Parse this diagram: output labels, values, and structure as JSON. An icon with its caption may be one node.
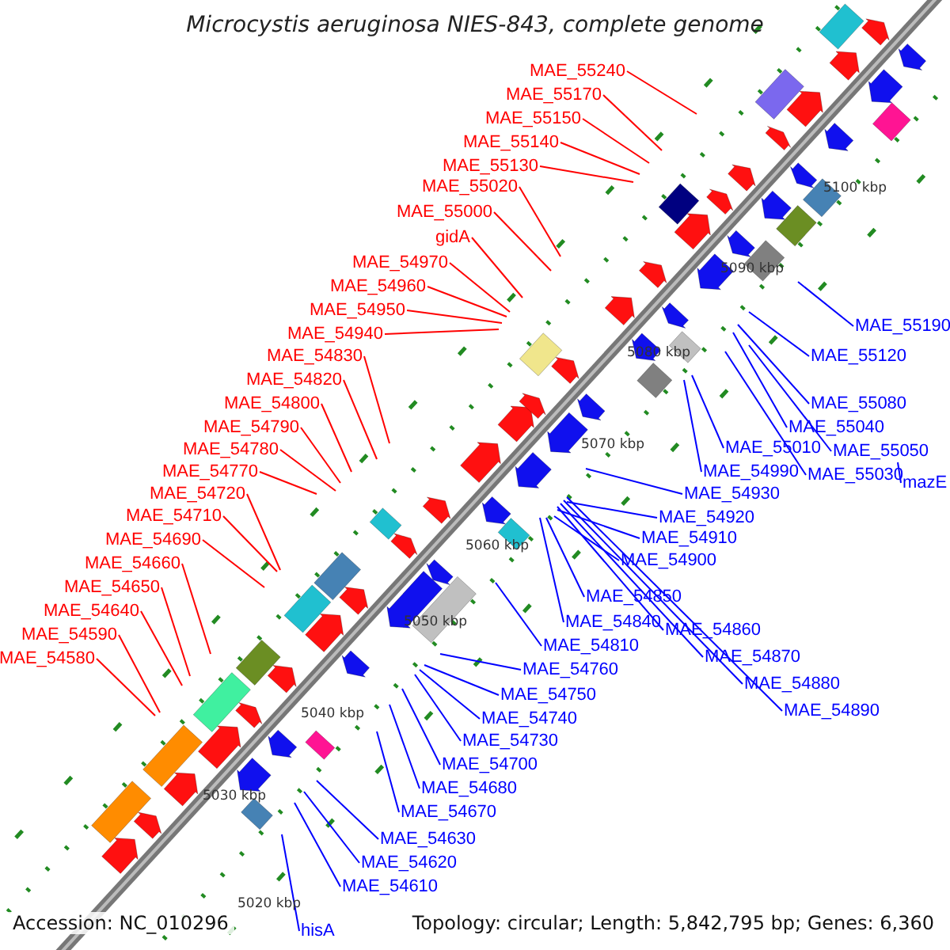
{
  "diagram": {
    "title": "Microcystis aeruginosa NIES-843, complete genome",
    "nodes": [
      {
        "text": [
          "MAE_55240"
        ]
      },
      {
        "text": [
          "MAE_55170"
        ]
      },
      {
        "text": [
          "MAE_55150"
        ]
      },
      {
        "text": [
          "MAE_55140"
        ]
      },
      {
        "text": [
          "MAE_55130"
        ]
      },
      {
        "text": [
          "MAE_55020"
        ]
      },
      {
        "text": [
          "MAE_55000"
        ]
      },
      {
        "text": [
          "gidA"
        ]
      },
      {
        "text": [
          "MAE_54970"
        ]
      },
      {
        "text": [
          "MAE_54960"
        ]
      },
      {
        "text": [
          "MAE_54950"
        ]
      },
      {
        "text": [
          "MAE_54940"
        ]
      },
      {
        "text": [
          "MAE_54830"
        ]
      },
      {
        "text": [
          "MAE_54820"
        ]
      },
      {
        "text": [
          "MAE_54800"
        ]
      },
      {
        "text": [
          "MAE_54790"
        ]
      },
      {
        "text": [
          "MAE_54780"
        ]
      },
      {
        "text": [
          "MAE_54770"
        ]
      },
      {
        "text": [
          "MAE_54720"
        ]
      },
      {
        "text": [
          "MAE_54710"
        ]
      },
      {
        "text": [
          "MAE_54690"
        ]
      },
      {
        "text": [
          "MAE_54660"
        ]
      },
      {
        "text": [
          "MAE_54650"
        ]
      },
      {
        "text": [
          "MAE_54640"
        ]
      },
      {
        "text": [
          "MAE_54590"
        ]
      },
      {
        "text": [
          "MAE_54580"
        ]
      },
      {
        "text": [
          "MAE_55190"
        ]
      },
      {
        "text": [
          "MAE_55120"
        ]
      },
      {
        "text": [
          "MAE_55080"
        ]
      },
      {
        "text": [
          "MAE_55040"
        ]
      },
      {
        "text": [
          "MAE_55050"
        ]
      },
      {
        "text": [
          "MAE_55030"
        ]
      },
      {
        "text": [
          "mazE"
        ]
      },
      {
        "text": [
          "MAE_55010"
        ]
      },
      {
        "text": [
          "MAE_54990"
        ]
      },
      {
        "text": [
          "MAE_54930"
        ]
      },
      {
        "text": [
          "MAE_54920"
        ]
      },
      {
        "text": [
          "MAE_54910"
        ]
      },
      {
        "text": [
          "MAE_54900"
        ]
      },
      {
        "text": [
          "MAE_54850"
        ]
      },
      {
        "text": [
          "MAE_54840"
        ]
      },
      {
        "text": [
          "MAE_54860"
        ]
      },
      {
        "text": [
          "MAE_54810"
        ]
      },
      {
        "text": [
          "MAE_54870"
        ]
      },
      {
        "text": [
          "MAE_54880"
        ]
      },
      {
        "text": [
          "MAE_54760"
        ]
      },
      {
        "text": [
          "MAE_54890"
        ]
      },
      {
        "text": [
          "MAE_54750"
        ]
      },
      {
        "text": [
          "MAE_54740"
        ]
      },
      {
        "text": [
          "MAE_54730"
        ]
      },
      {
        "text": [
          "MAE_54700"
        ]
      },
      {
        "text": [
          "MAE_54680"
        ]
      },
      {
        "text": [
          "MAE_54670"
        ]
      },
      {
        "text": [
          "MAE_54630"
        ]
      },
      {
        "text": [
          "MAE_54620"
        ]
      },
      {
        "text": [
          "MAE_54610"
        ]
      },
      {
        "text": [
          "hisA"
        ]
      }
    ],
    "edges": [
      {
        "from": 0,
        "to": null,
        "arrow": "none",
        "color": "#ff0000"
      },
      {
        "from": 1,
        "to": null,
        "arrow": "none",
        "color": "#ff0000"
      },
      {
        "from": 2,
        "to": null,
        "arrow": "none",
        "color": "#ff0000"
      },
      {
        "from": 3,
        "to": null,
        "arrow": "none",
        "color": "#ff0000"
      },
      {
        "from": 4,
        "to": null,
        "arrow": "none",
        "color": "#ff0000"
      },
      {
        "from": 5,
        "to": null,
        "arrow": "none",
        "color": "#ff0000"
      },
      {
        "from": 6,
        "to": null,
        "arrow": "none",
        "color": "#ff0000"
      },
      {
        "from": 7,
        "to": null,
        "arrow": "none",
        "color": "#ff0000"
      },
      {
        "from": 8,
        "to": null,
        "arrow": "none",
        "color": "#ff0000"
      },
      {
        "from": 9,
        "to": null,
        "arrow": "none",
        "color": "#ff0000"
      },
      {
        "from": 10,
        "to": null,
        "arrow": "none",
        "color": "#ff0000"
      },
      {
        "from": 11,
        "to": null,
        "arrow": "none",
        "color": "#ff0000"
      },
      {
        "from": 12,
        "to": null,
        "arrow": "none",
        "color": "#ff0000"
      },
      {
        "from": 13,
        "to": null,
        "arrow": "none",
        "color": "#ff0000"
      },
      {
        "from": 14,
        "to": null,
        "arrow": "none",
        "color": "#ff0000"
      },
      {
        "from": 15,
        "to": null,
        "arrow": "none",
        "color": "#ff0000"
      },
      {
        "from": 16,
        "to": null,
        "arrow": "none",
        "color": "#ff0000"
      },
      {
        "from": 17,
        "to": null,
        "arrow": "none",
        "color": "#ff0000"
      },
      {
        "from": 18,
        "to": null,
        "arrow": "none",
        "color": "#ff0000"
      },
      {
        "from": 19,
        "to": null,
        "arrow": "none",
        "color": "#ff0000"
      },
      {
        "from": 20,
        "to": null,
        "arrow": "none",
        "color": "#ff0000"
      },
      {
        "from": 21,
        "to": null,
        "arrow": "none",
        "color": "#ff0000"
      },
      {
        "from": 22,
        "to": null,
        "arrow": "none",
        "color": "#ff0000"
      },
      {
        "from": 23,
        "to": null,
        "arrow": "none",
        "color": "#ff0000"
      },
      {
        "from": 24,
        "to": null,
        "arrow": "none",
        "color": "#ff0000"
      },
      {
        "from": 25,
        "to": null,
        "arrow": "none",
        "color": "#ff0000"
      },
      {
        "from": 26,
        "to": null,
        "arrow": "none"
      },
      {
        "from": 27,
        "to": null,
        "arrow": "none"
      },
      {
        "from": 28,
        "to": null,
        "arrow": "none"
      },
      {
        "from": 29,
        "to": null,
        "arrow": "none"
      },
      {
        "from": 30,
        "to": null,
        "arrow": "none"
      },
      {
        "from": 31,
        "to": null,
        "arrow": "none"
      },
      {
        "from": 32,
        "to": null,
        "arrow": "none"
      },
      {
        "from": 33,
        "to": null,
        "arrow": "none"
      },
      {
        "from": 34,
        "to": null,
        "arrow": "none"
      },
      {
        "from": 35,
        "to": null,
        "arrow": "none"
      },
      {
        "from": 36,
        "to": null,
        "arrow": "none"
      },
      {
        "from": 37,
        "to": null,
        "arrow": "none"
      },
      {
        "from": 38,
        "to": null,
        "arrow": "none"
      },
      {
        "from": 39,
        "to": null,
        "arrow": "none"
      },
      {
        "from": 40,
        "to": null,
        "arrow": "none"
      },
      {
        "from": 41,
        "to": null,
        "arrow": "none"
      },
      {
        "from": 42,
        "to": null,
        "arrow": "none"
      },
      {
        "from": 43,
        "to": null,
        "arrow": "none"
      },
      {
        "from": 44,
        "to": null,
        "arrow": "none"
      },
      {
        "from": 45,
        "to": null,
        "arrow": "none"
      },
      {
        "from": 46,
        "to": null,
        "arrow": "none"
      },
      {
        "from": 47,
        "to": null,
        "arrow": "none"
      },
      {
        "from": 48,
        "to": null,
        "arrow": "none"
      },
      {
        "from": 49,
        "to": null,
        "arrow": "none"
      },
      {
        "from": 50,
        "to": null,
        "arrow": "none"
      },
      {
        "from": 51,
        "to": null,
        "arrow": "none"
      },
      {
        "from": 52,
        "to": null,
        "arrow": "none"
      },
      {
        "from": 53,
        "to": null,
        "arrow": "none"
      },
      {
        "from": 54,
        "to": null,
        "arrow": "none"
      },
      {
        "from": 55,
        "to": null,
        "arrow": "none"
      },
      {
        "from": 56,
        "to": null,
        "arrow": "none"
      }
    ],
    "labels": [
      "5100 kbp",
      "5090 kbp",
      "5080 kbp",
      "5070 kbp",
      "5060 kbp",
      "5050 kbp",
      "5040 kbp",
      "5030 kbp",
      "5020 kbp",
      "Accession: NC_010296",
      "Topology: circular; Length: 5,842,795 bp; Genes: 6,360"
    ]
  }
}
